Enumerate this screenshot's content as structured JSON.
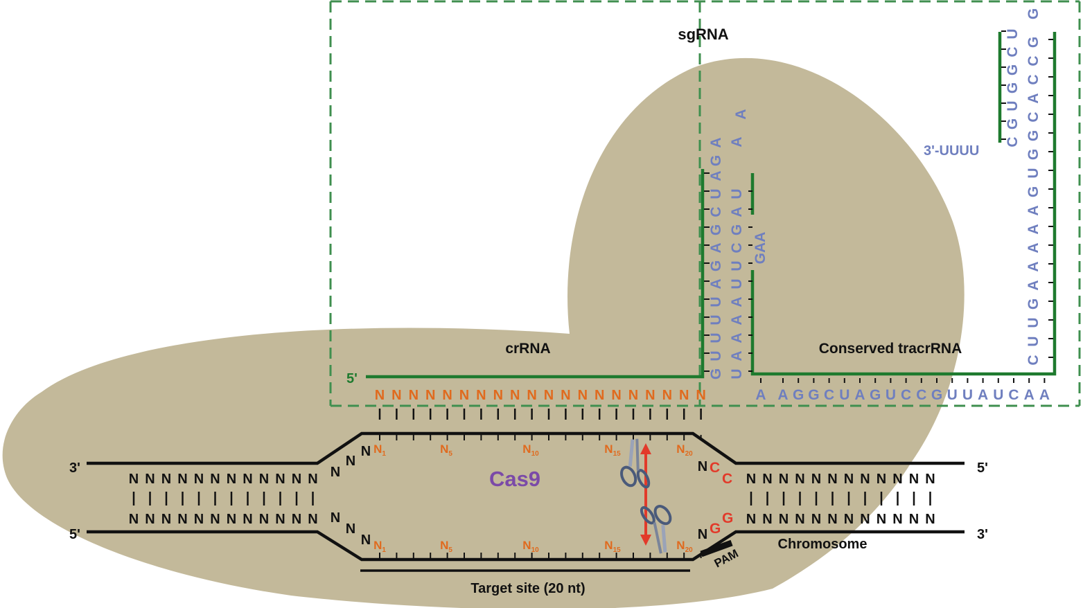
{
  "labels": {
    "sgrna": "sgRNA",
    "crrna": "crRNA",
    "tracrrna": "Conserved tracrRNA",
    "cas9": "Cas9",
    "chromosome": "Chromosome",
    "pam": "PAM",
    "target_site": "Target site (20 nt)",
    "five_prime": "5'",
    "three_prime": "3'",
    "uuuu_tail": "3'-UUUU"
  },
  "spacer_letter": "N",
  "subscripts": {
    "top": [
      "1",
      "5",
      "10",
      "15",
      "20"
    ],
    "bottom": [
      "1",
      "5",
      "10",
      "15",
      "20"
    ]
  },
  "sequences": {
    "bottom_row": [
      "A",
      "A",
      "G",
      "G",
      "C",
      "U",
      "A",
      "G",
      "U",
      "C",
      "C",
      "G",
      "U",
      "U",
      "A",
      "U",
      "C",
      "A",
      "A"
    ],
    "right_column": [
      "C",
      "U",
      "U",
      "G",
      "A",
      "A",
      "A",
      "A",
      "A",
      "G",
      "U",
      "G",
      "G",
      "C",
      "A",
      "C",
      "C",
      "G"
    ],
    "top_g": "G",
    "hairpin_left": [
      "C",
      "G",
      "U",
      "G",
      "G",
      "C",
      "U"
    ],
    "repeat_a": [
      "G",
      "U",
      "U",
      "U",
      "U",
      "A",
      "G",
      "A",
      "G",
      "C",
      "U",
      "A"
    ],
    "repeat_b": [
      "U",
      "A",
      "A",
      "A",
      "A",
      "U",
      "U",
      "C",
      "G",
      "A",
      "U"
    ],
    "loop_ga": [
      "G",
      "A"
    ],
    "loop_aa": [
      "A",
      "A"
    ],
    "bulge": "GAA"
  },
  "pam_bases": {
    "top": [
      "C",
      "C"
    ],
    "bottom": [
      "G",
      "G"
    ]
  },
  "colors": {
    "blob": "#c3b99a",
    "green": "#1e7a2e",
    "orange": "#e06a1e",
    "blue": "#6f7fbf",
    "red": "#e23a2a",
    "purple": "#7b4aa8",
    "black": "#111111",
    "dash": "#3f8f4f"
  },
  "icons": [
    "scissors-icon",
    "double-arrow-icon"
  ]
}
